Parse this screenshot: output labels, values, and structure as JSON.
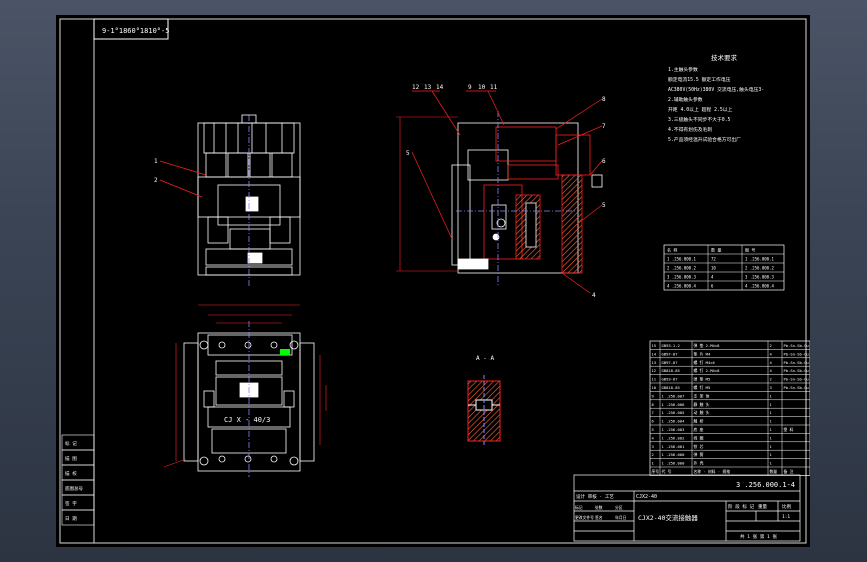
{
  "drawing_code_top": "9-1°1860°1810°-5",
  "tech_req": {
    "title": "技术要求",
    "items": [
      "1.主触头参数",
      "额定电流15.5  额定工作电压",
      "AC380V(50Hz)380V 交流电压,触头电压3-",
      "2.辅助触头参数",
      "开距 4.0以上  超程 2.5以上",
      "3.三极触头不同步不大于0.5",
      "4.不得有划伤及毛刺",
      "5.产品须经温升试验合格方可出厂"
    ]
  },
  "part_callouts": {
    "front_left": [
      "1",
      "2"
    ],
    "section_top": [
      "12",
      "13",
      "14",
      "9",
      "10",
      "11"
    ],
    "section_left": [
      "5"
    ],
    "section_right": [
      "8",
      "7",
      "6",
      "5",
      "4"
    ]
  },
  "section_label": "A - A",
  "front_plate_text": "CJ X - 40/3",
  "small_table": {
    "header": [
      "名  称",
      "数  量",
      "图  号"
    ],
    "rows": [
      [
        "1 .256.000.1",
        "72",
        "1 .256.000.1"
      ],
      [
        "2 .256.000.2",
        "10",
        "2 .256.000.2"
      ],
      [
        "3 .256.000.3",
        "4",
        "3 .256.000.3"
      ],
      [
        "4 .256.000.4",
        "6",
        "4 .256.000.4"
      ]
    ]
  },
  "bom_rows": [
    [
      "15",
      "GB93-1-2",
      "弹 垫 2-M4×8",
      "2",
      "Pb-Sn-Sb-Cu"
    ],
    [
      "14",
      "GB97-87",
      "垫 片 M4",
      "4",
      "Pb-Sn-Sb-Cu"
    ],
    [
      "13",
      "GB97-87",
      "螺 钉 M4×6",
      "4",
      "Pb-Sn-Sb-Cu"
    ],
    [
      "12",
      "GB818-85",
      "螺 钉 2-M4×8",
      "4",
      "Pb-Sn-Sb-Cu"
    ],
    [
      "11",
      "GB93-87",
      "弹 垫 M5",
      "2",
      "Pb-Sn-Sb-Cu"
    ],
    [
      "10",
      "GB818-85",
      "螺 钉 M5",
      "3",
      "Pb-Sn-Sb-Cu"
    ],
    [
      "9",
      "1 .256.007",
      "支 架 体",
      "1",
      ""
    ],
    [
      "8",
      "1 .256.006",
      "静 触 头",
      "1",
      ""
    ],
    [
      "7",
      "1 .256.005",
      "动 触 头",
      "1",
      ""
    ],
    [
      "6",
      "1 .256.004",
      "触 桥",
      "1",
      ""
    ],
    [
      "5",
      "1 .256.003",
      "底 座",
      "1",
      "塑 料"
    ],
    [
      "4",
      "1 .256.002",
      "线 圈",
      "1",
      ""
    ],
    [
      "3",
      "1 .256.001",
      "铁 芯",
      "1",
      ""
    ],
    [
      "2",
      "1 .256.000",
      "弹 簧",
      "1",
      ""
    ],
    [
      "1",
      "1 .256.000",
      "外 壳",
      "1",
      ""
    ],
    [
      "序号",
      "代  号",
      "名称 · 材料 · 规格",
      "数量",
      "备  注"
    ]
  ],
  "left_strip": [
    "标 记",
    "描 图",
    "描 校",
    "底图总号",
    "签 字",
    "日 期"
  ],
  "title_block": {
    "drawing_code": "3 .256.000.1-4",
    "product_name": "CJX2-40交流接触器",
    "small_code": "CJX2-40",
    "project_label": "设计 审核 · 工艺",
    "row_labels": [
      "标记",
      "处数",
      "分区",
      "更改文件号",
      "签名",
      "年月日"
    ],
    "right_header": [
      "阶 段 标 记",
      "重量",
      "比例"
    ],
    "scale": "1:1",
    "sheet": "共 1 张  第 1 张"
  },
  "colors": {
    "line": "#ffffff",
    "hidden": "#ff2020",
    "highlight": "#00ff00",
    "border": "#d8d8d8",
    "background": "#000000",
    "hatch": "#ff6a3c"
  }
}
